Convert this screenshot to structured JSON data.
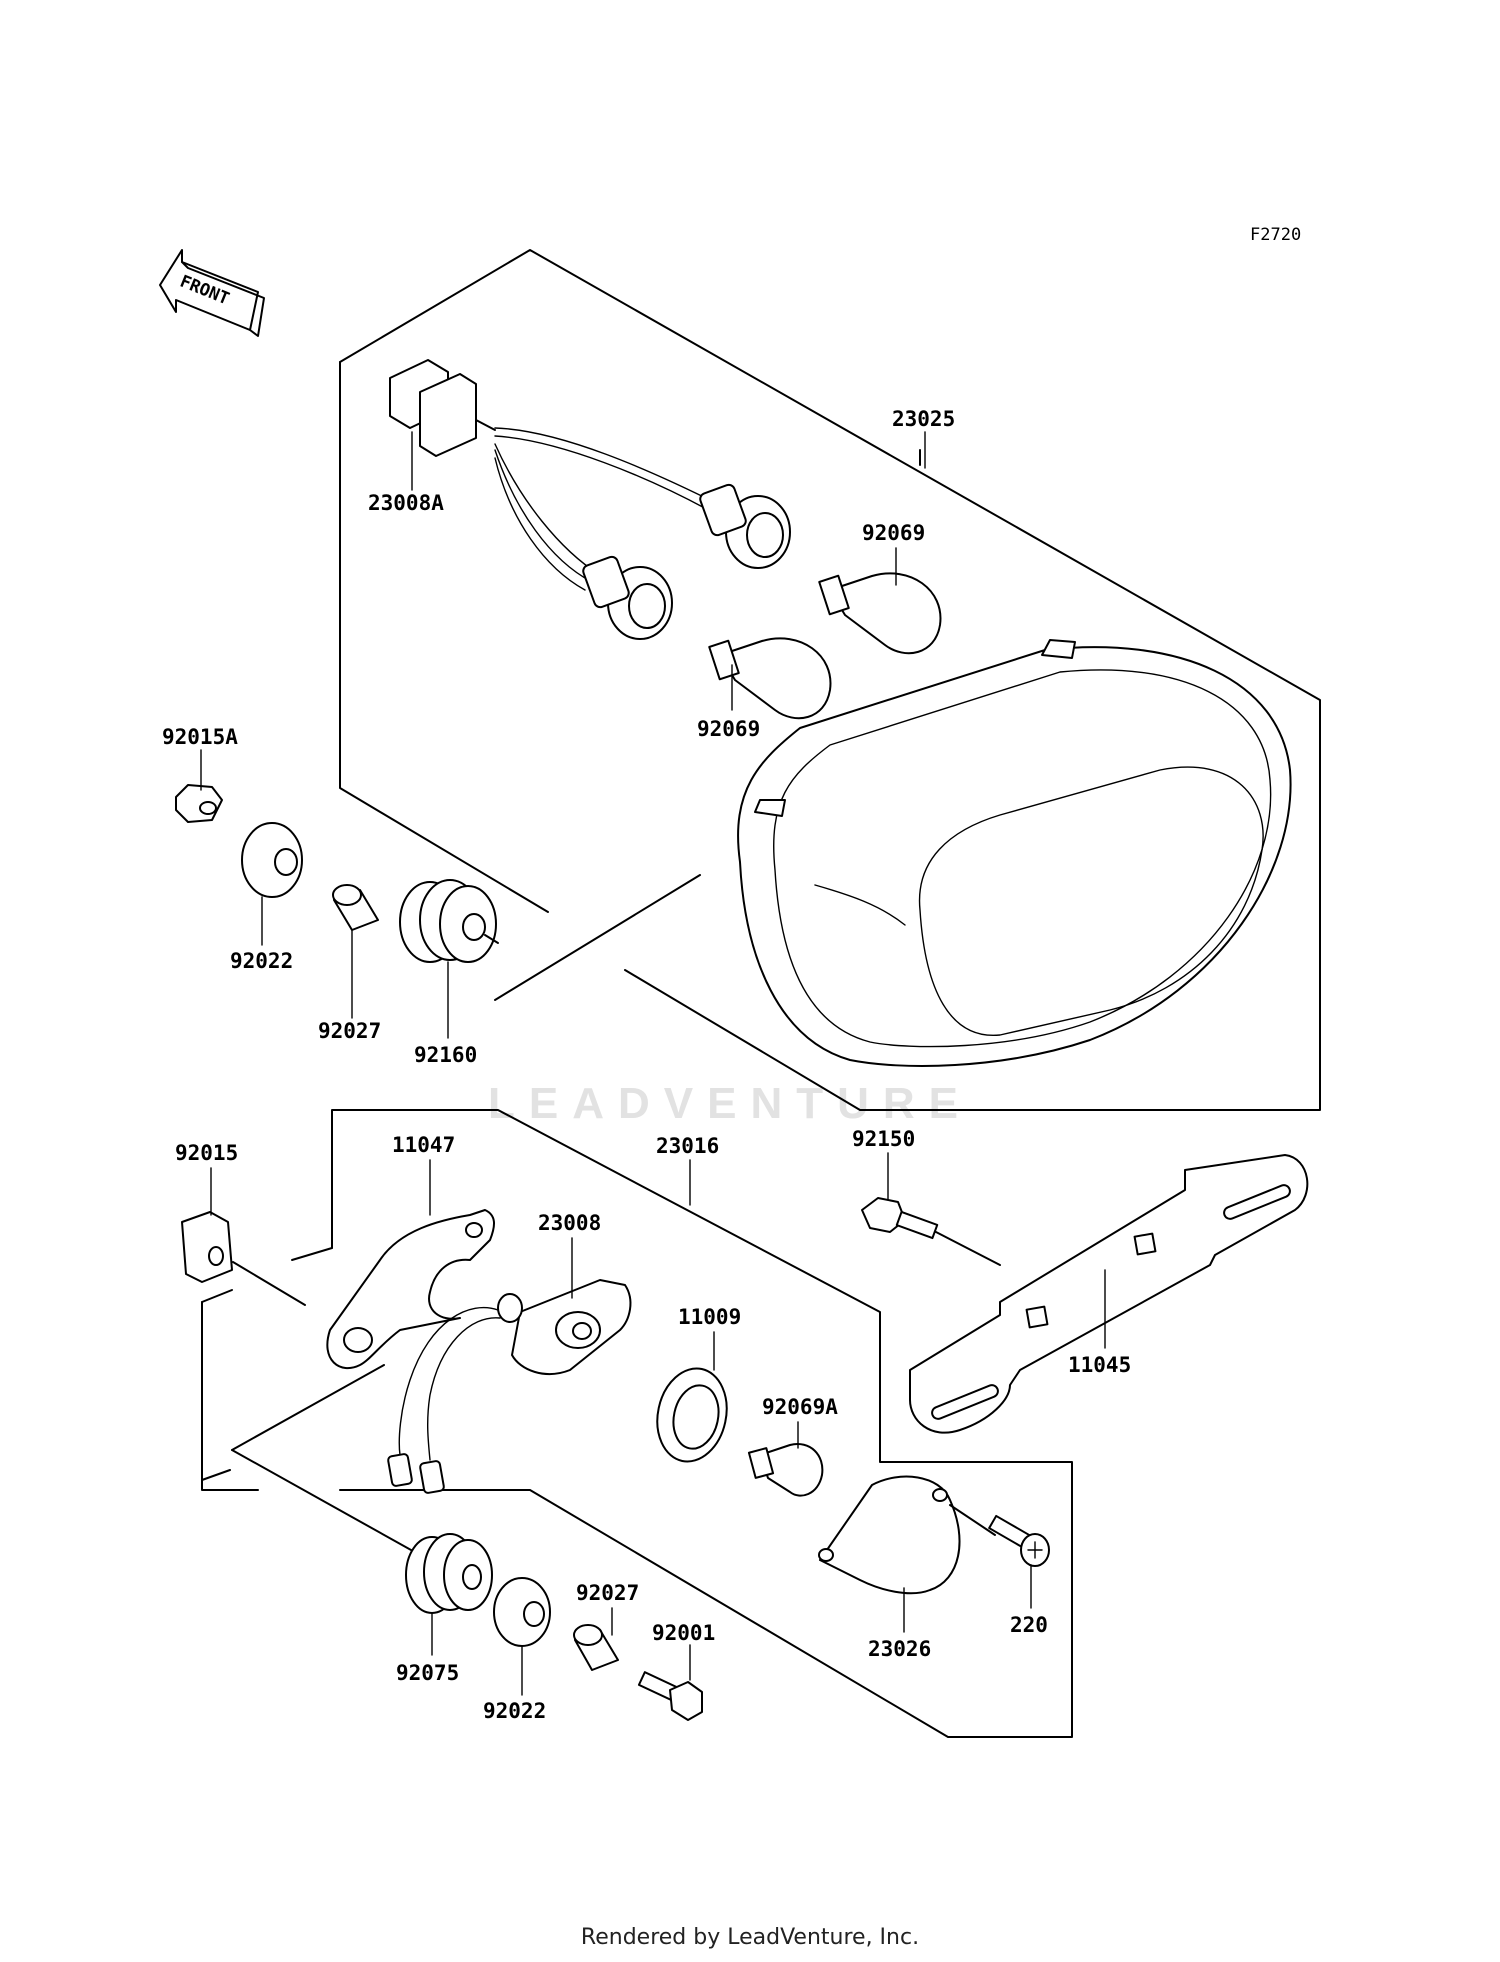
{
  "figure_code": "F2720",
  "front_label": "FRONT",
  "watermark": "LEADVENTURE",
  "footer": "Rendered by LeadVenture, Inc.",
  "labels": {
    "p23025": "23025",
    "p23008A": "23008A",
    "p92069_top": "92069",
    "p92069_mid": "92069",
    "p92015A": "92015A",
    "p92022_top": "92022",
    "p92027_top": "92027",
    "p92160": "92160",
    "p92015": "92015",
    "p11047": "11047",
    "p23016": "23016",
    "p23008": "23008",
    "p11009": "11009",
    "p92069A": "92069A",
    "p92150": "92150",
    "p11045": "11045",
    "p23026": "23026",
    "p220": "220",
    "p92075": "92075",
    "p92022_bot": "92022",
    "p92027_bot": "92027",
    "p92001": "92001"
  }
}
